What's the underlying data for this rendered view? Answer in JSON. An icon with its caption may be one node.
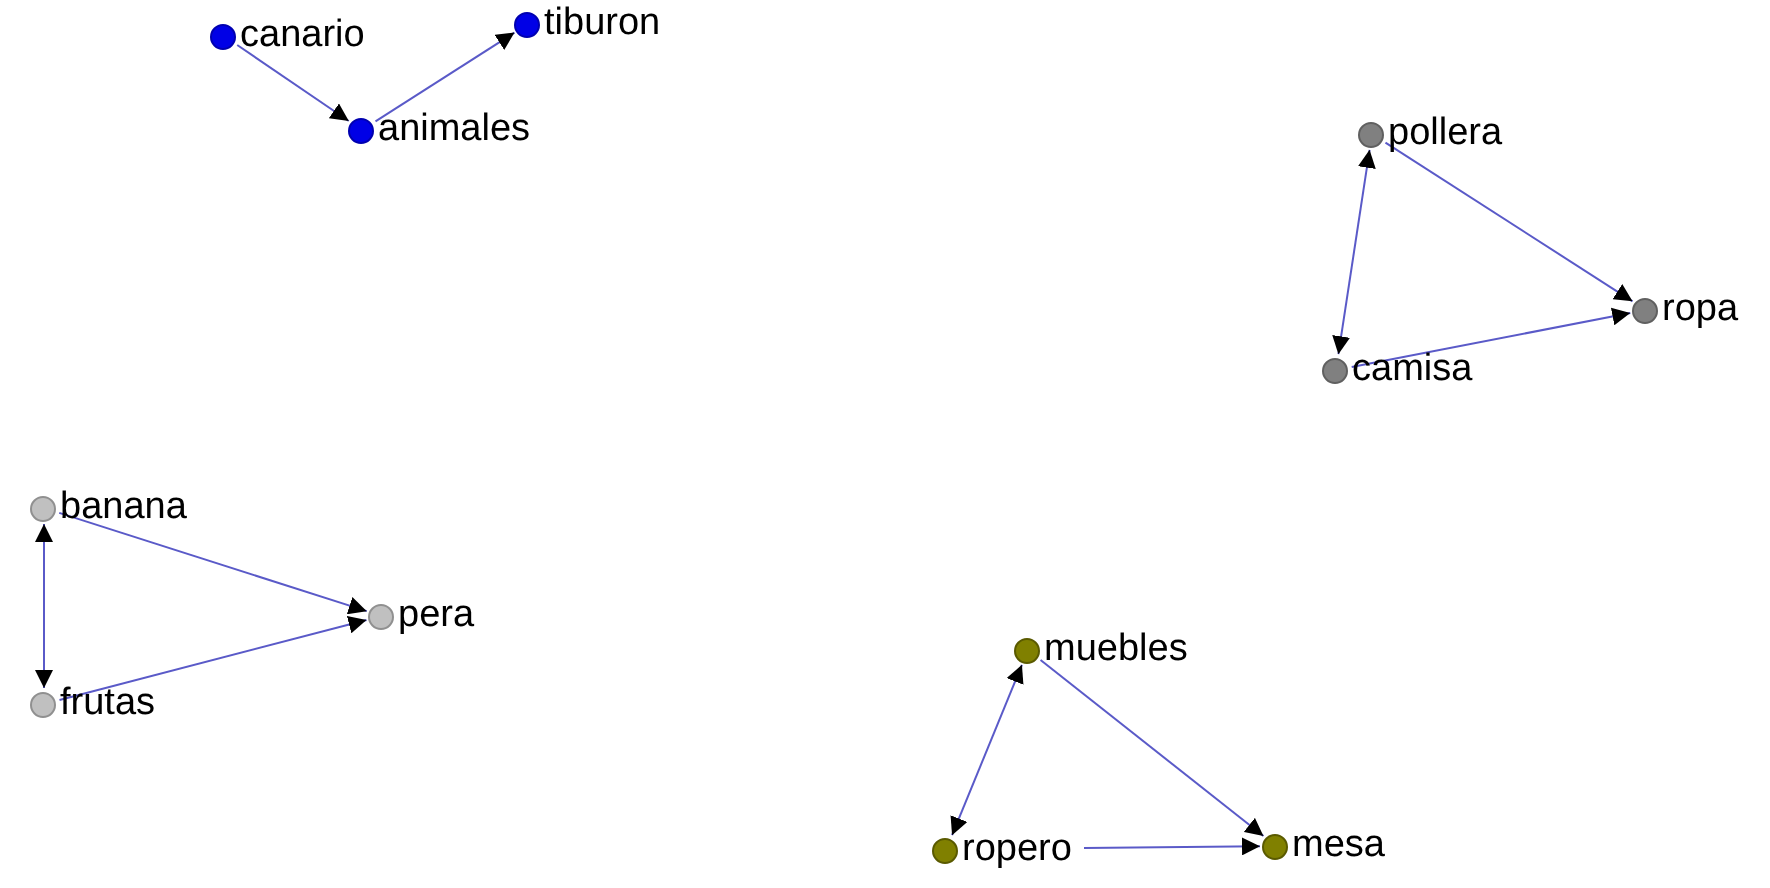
{
  "diagram": {
    "nodes": [
      {
        "text": [
          "canario"
        ]
      },
      {
        "text": [
          "tiburon"
        ]
      },
      {
        "text": [
          "animales"
        ]
      },
      {
        "text": [
          "pollera"
        ]
      },
      {
        "text": [
          "ropa"
        ]
      },
      {
        "text": [
          "camisa"
        ]
      },
      {
        "text": [
          "banana"
        ]
      },
      {
        "text": [
          "pera"
        ]
      },
      {
        "text": [
          "frutas"
        ]
      },
      {
        "text": [
          "muebles"
        ]
      },
      {
        "text": [
          "ropero"
        ]
      },
      {
        "text": [
          "mesa"
        ]
      }
    ],
    "edges": [
      {
        "from": 0,
        "to": 2,
        "arrow": "to"
      },
      {
        "from": 2,
        "to": 1,
        "arrow": "to"
      },
      {
        "from": 3,
        "to": 5,
        "arrow": "both"
      },
      {
        "from": 3,
        "to": 4,
        "arrow": "to"
      },
      {
        "from": 5,
        "to": 4,
        "arrow": "to"
      },
      {
        "from": 6,
        "to": 8,
        "arrow": "both"
      },
      {
        "from": 6,
        "to": 7,
        "arrow": "to"
      },
      {
        "from": 8,
        "to": 7,
        "arrow": "to"
      },
      {
        "from": 9,
        "to": 10,
        "arrow": "both"
      },
      {
        "from": 9,
        "to": 11,
        "arrow": "to"
      },
      {
        "from": 10,
        "to": 11,
        "arrow": "to"
      }
    ]
  }
}
